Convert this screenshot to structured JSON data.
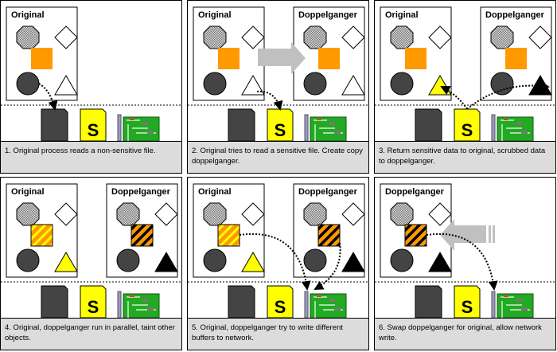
{
  "colors": {
    "orange": "#ff9900",
    "yellow": "#ffff00",
    "dark": "#444444",
    "arrow": "#c0c0c0",
    "nic": "#22aa22"
  },
  "file_letter": "S",
  "panels": [
    {
      "caption": "1. Original process reads a non-sensitive file.",
      "boxes": [
        {
          "label": "Original",
          "side": "left",
          "square": "solid",
          "triangle": "white"
        }
      ],
      "arrow": null,
      "links": [
        "circle-to-dark"
      ]
    },
    {
      "caption": "2. Original tries to read a sensitive file. Create copy doppelganger.",
      "boxes": [
        {
          "label": "Original",
          "side": "left",
          "square": "solid",
          "triangle": "white"
        },
        {
          "label": "Doppelganger",
          "side": "right",
          "square": "solid",
          "triangle": "white"
        }
      ],
      "arrow": "right",
      "links": [
        "triangle-to-s"
      ]
    },
    {
      "caption": "3. Return sensitive data to original, scrubbed data to doppelganger.",
      "boxes": [
        {
          "label": "Original",
          "side": "left",
          "square": "solid",
          "triangle": "yellow"
        },
        {
          "label": "Doppelganger",
          "side": "right",
          "square": "solid",
          "triangle": "black"
        }
      ],
      "arrow": null,
      "links": [
        "s-to-left-triangle",
        "s-to-right-triangle"
      ]
    },
    {
      "caption": "4. Original, doppelganger run in parallel, taint other objects.",
      "boxes": [
        {
          "label": "Original",
          "side": "left",
          "square": "yellow-stripe",
          "triangle": "yellow"
        },
        {
          "label": "Doppelganger",
          "side": "right",
          "square": "black-stripe",
          "triangle": "black"
        }
      ],
      "arrow": null,
      "links": []
    },
    {
      "caption": "5. Original, doppelganger try to write different buffers to network.",
      "boxes": [
        {
          "label": "Original",
          "side": "left",
          "square": "yellow-stripe",
          "triangle": "yellow"
        },
        {
          "label": "Doppelganger",
          "side": "right",
          "square": "black-stripe",
          "triangle": "black"
        }
      ],
      "arrow": null,
      "links": [
        "left-square-to-nic",
        "right-square-to-nic"
      ]
    },
    {
      "caption": "6. Swap doppelganger for original, allow network write.",
      "boxes": [
        {
          "label": "Doppelganger",
          "side": "left",
          "square": "black-stripe",
          "triangle": "black"
        }
      ],
      "arrow": "left",
      "links": [
        "left-square-to-nic"
      ]
    }
  ]
}
